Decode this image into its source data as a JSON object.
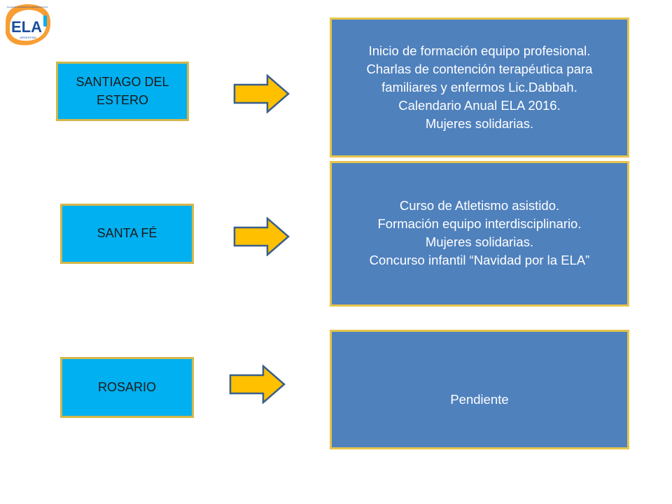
{
  "logo": {
    "letters": "ELA",
    "sublabel": "ARGENTINA",
    "top_label": "Asociación de Esclerosis Lateral Amiotrófica"
  },
  "colors": {
    "region_fill": "#00b0f0",
    "region_border": "#d4b64a",
    "detail_fill": "#4f81bd",
    "detail_border": "#e6c54a",
    "arrow_fill": "#ffc000",
    "arrow_stroke": "#3a5f8a"
  },
  "rows": [
    {
      "region": "SANTIAGO DEL ESTERO",
      "details": [
        "Inicio de formación equipo profesional.",
        "Charlas de contención terapéutica para",
        "familiares y enfermos Lic.Dabbah.",
        "Calendario Anual ELA 2016.",
        "Mujeres solidarias."
      ]
    },
    {
      "region": "SANTA FÉ",
      "details": [
        "Curso de Atletismo asistido.",
        "Formación equipo interdisciplinario.",
        "Mujeres solidarias.",
        "Concurso infantil “Navidad por la ELA”"
      ]
    },
    {
      "region": "ROSARIO",
      "details": [
        "Pendiente"
      ]
    }
  ]
}
